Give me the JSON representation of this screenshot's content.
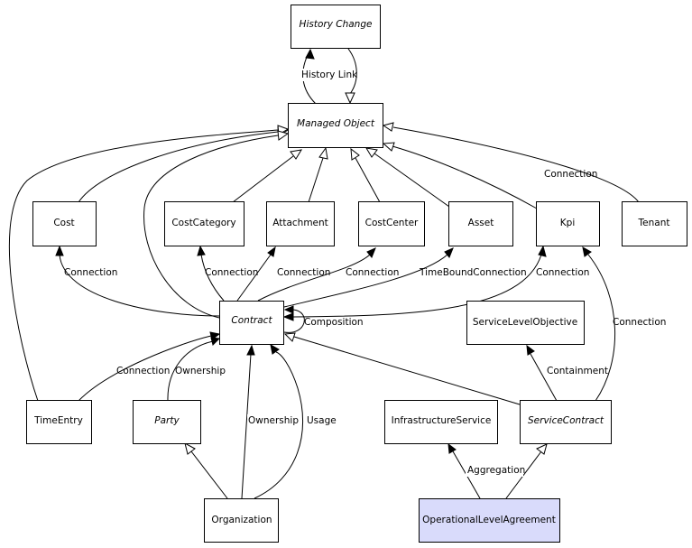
{
  "diagram": {
    "nodes": {
      "history_change": "History Change",
      "managed_object": "Managed Object",
      "cost": "Cost",
      "cost_category": "CostCategory",
      "attachment": "Attachment",
      "cost_center": "CostCenter",
      "asset": "Asset",
      "kpi": "Kpi",
      "tenant": "Tenant",
      "contract": "Contract",
      "service_level_objective": "ServiceLevelObjective",
      "time_entry": "TimeEntry",
      "party": "Party",
      "infrastructure_service": "InfrastructureService",
      "service_contract": "ServiceContract",
      "organization": "Organization",
      "operational_level_agreement": "OperationalLevelAgreement"
    },
    "edges": {
      "history_link": "History Link",
      "tenant_connection": "Connection",
      "contract_cost": "Connection",
      "contract_cost_category": "Connection",
      "contract_attachment": "Connection",
      "contract_cost_center": "Connection",
      "contract_asset": "TimeBoundConnection",
      "contract_kpi": "Connection",
      "contract_composition": "Composition",
      "service_contract_kpi": "Connection",
      "time_entry_contract": "Connection",
      "party_contract": "Ownership",
      "service_contract_slo": "Containment",
      "organization_contract_ownership": "Ownership",
      "organization_contract_usage": "Usage",
      "ola_infrastructure": "Aggregation"
    },
    "highlight_color": "#d9dbfb"
  }
}
